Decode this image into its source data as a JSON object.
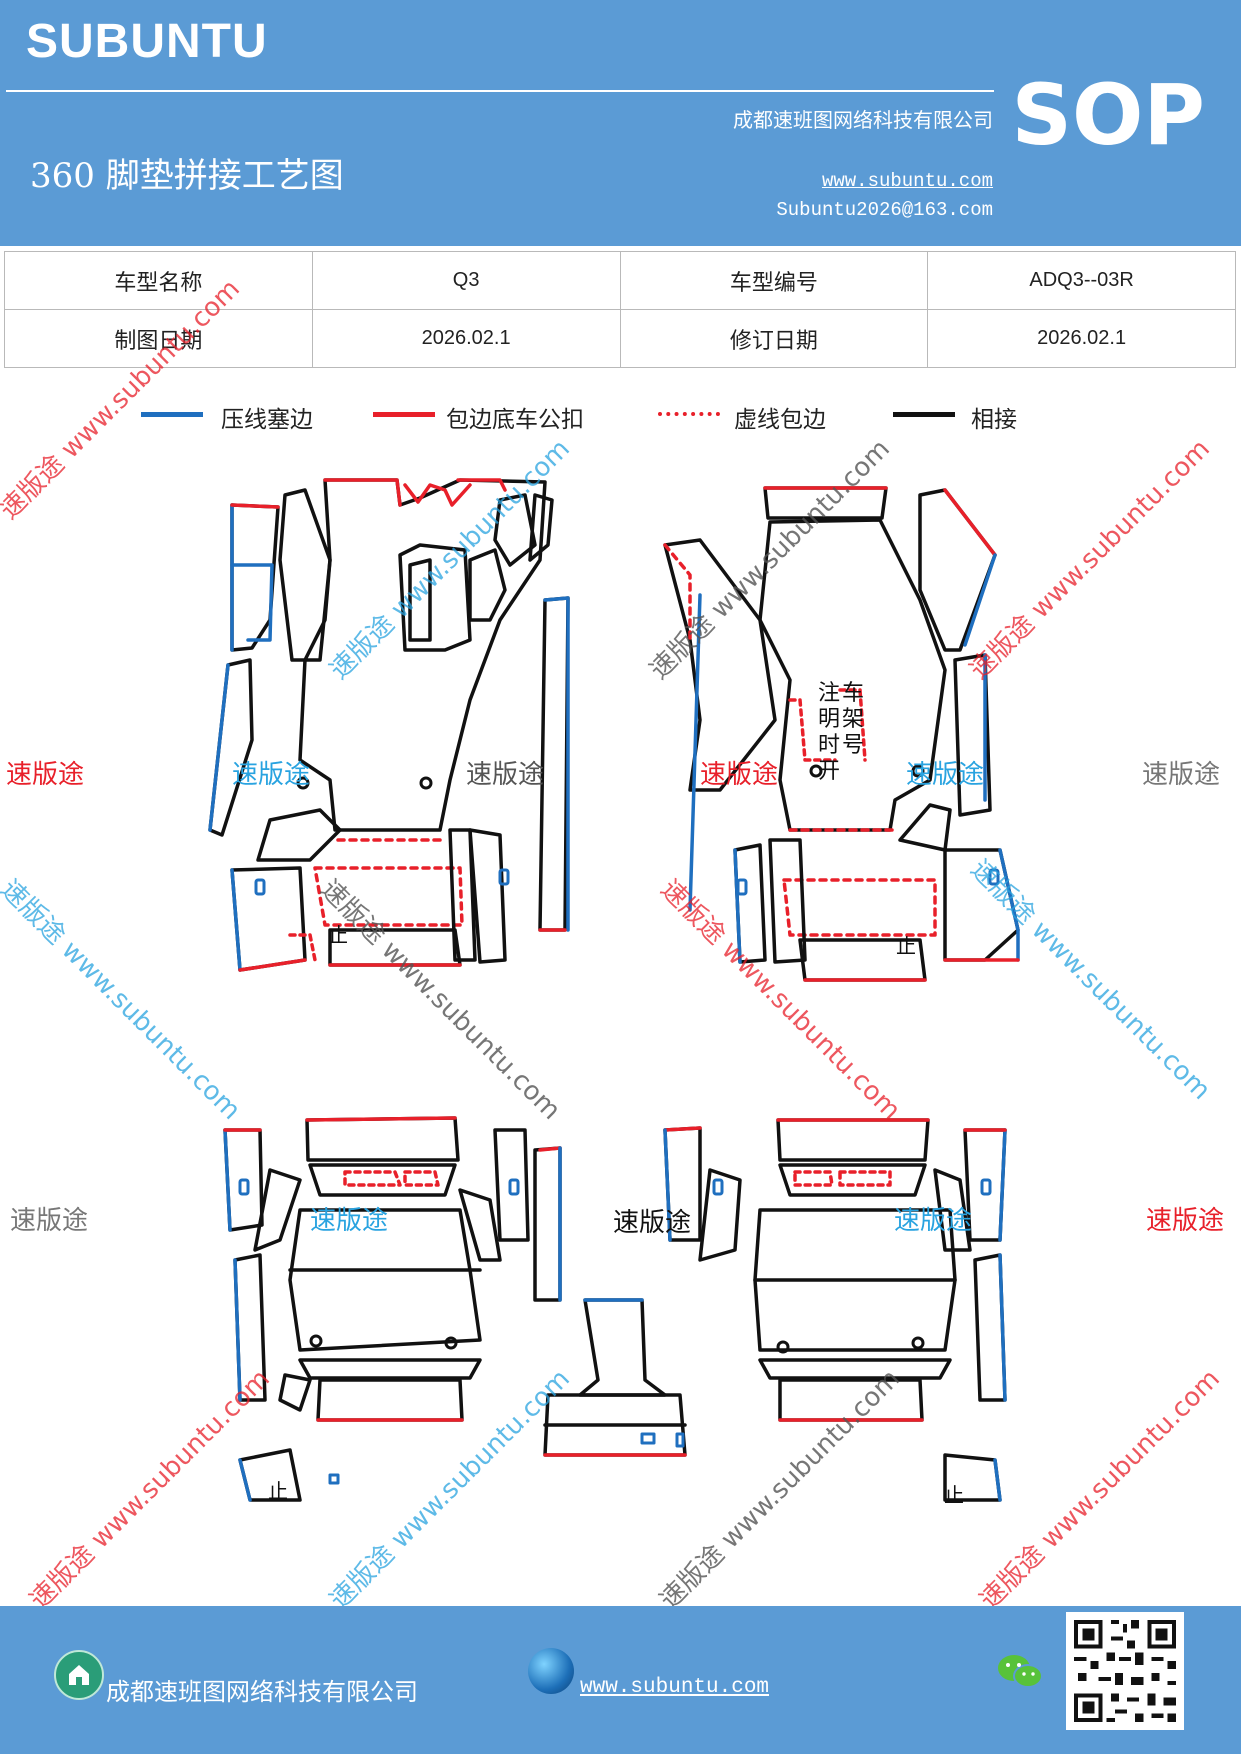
{
  "header": {
    "logo": "SUBUNTU",
    "company": "成都速班图网络科技有限公司",
    "title": "360 脚垫拼接工艺图",
    "url": "www.subuntu.com",
    "email": "Subuntu2026@163.com",
    "badge": "SOP"
  },
  "info": {
    "model_name_label": "车型名称",
    "model_name_value": "Q3",
    "model_code_label": "车型编号",
    "model_code_value": "ADQ3--03R",
    "draw_date_label": "制图日期",
    "draw_date_value": "2026.02.1",
    "revise_date_label": "修订日期",
    "revise_date_value": "2026.02.1"
  },
  "legend": [
    {
      "label": "压线塞边",
      "color": "#1f6fbf",
      "style": "solid"
    },
    {
      "label": "包边底车公扣",
      "color": "#e8202a",
      "style": "solid"
    },
    {
      "label": "虚线包边",
      "color": "#e8202a",
      "style": "dashed"
    },
    {
      "label": "相接",
      "color": "#111111",
      "style": "solid"
    }
  ],
  "drawing": {
    "note_chars": [
      "注",
      "车",
      "明",
      "架",
      "时",
      "号",
      "开"
    ],
    "stop_mark": "止"
  },
  "watermarks": {
    "brand": "速版途",
    "brand_url": "速版途 www.subuntu.com",
    "url": "www.subuntu.com",
    "colors": {
      "red": "#e8202a",
      "blue": "#29a3e0",
      "gray": "#666666"
    }
  },
  "footer": {
    "company": "成都速班图网络科技有限公司",
    "url": "www.subuntu.com",
    "home_icon": "home-icon",
    "globe_icon": "globe-icon",
    "wechat_icon": "wechat-icon"
  }
}
